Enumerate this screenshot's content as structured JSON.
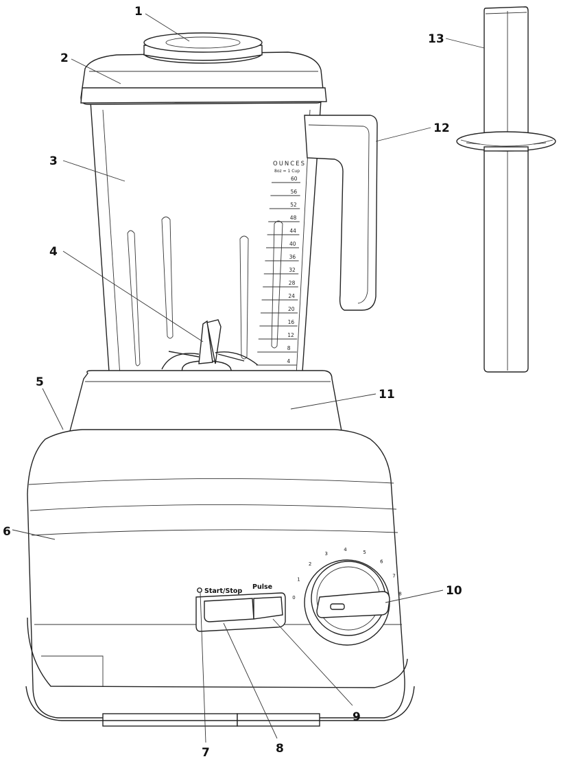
{
  "callouts": [
    "1",
    "2",
    "3",
    "4",
    "5",
    "6",
    "7",
    "8",
    "9",
    "10",
    "11",
    "12",
    "13"
  ],
  "jar_scale": {
    "header": "OUNCES",
    "subheader": "8oz = 1 Cup",
    "marks": [
      "60",
      "56",
      "52",
      "48",
      "44",
      "40",
      "36",
      "32",
      "28",
      "24",
      "20",
      "16",
      "12",
      "8",
      "4"
    ]
  },
  "controls": {
    "start_stop_label": "Start/Stop",
    "pulse_label": "Pulse"
  },
  "dial": {
    "speeds": [
      "0",
      "1",
      "2",
      "3",
      "4",
      "5",
      "6",
      "7",
      "8"
    ]
  }
}
